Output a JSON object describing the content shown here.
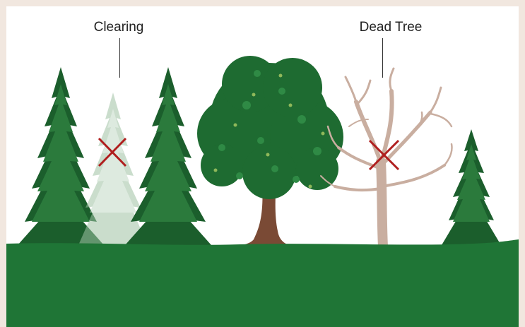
{
  "labels": {
    "clearing": "Clearing",
    "dead_tree": "Dead Tree"
  },
  "colors": {
    "background_border": "#f1e7df",
    "ground": "#1f7536",
    "conifer_dark": "#1b5e2c",
    "conifer_mid": "#2b7a3c",
    "conifer_faded": "#9fc2a4",
    "deciduous_canopy": "#1e6b31",
    "deciduous_leaf_highlight": "#8fb85a",
    "trunk": "#7a4a35",
    "dead_tree": "#c9aea0",
    "x_mark": "#b01e1e"
  },
  "scene": {
    "trees": [
      {
        "kind": "conifer",
        "state": "healthy"
      },
      {
        "kind": "conifer",
        "state": "removed-for-clearing"
      },
      {
        "kind": "conifer",
        "state": "healthy"
      },
      {
        "kind": "deciduous",
        "state": "healthy"
      },
      {
        "kind": "deciduous",
        "state": "dead-removed"
      },
      {
        "kind": "conifer",
        "state": "healthy"
      }
    ]
  }
}
